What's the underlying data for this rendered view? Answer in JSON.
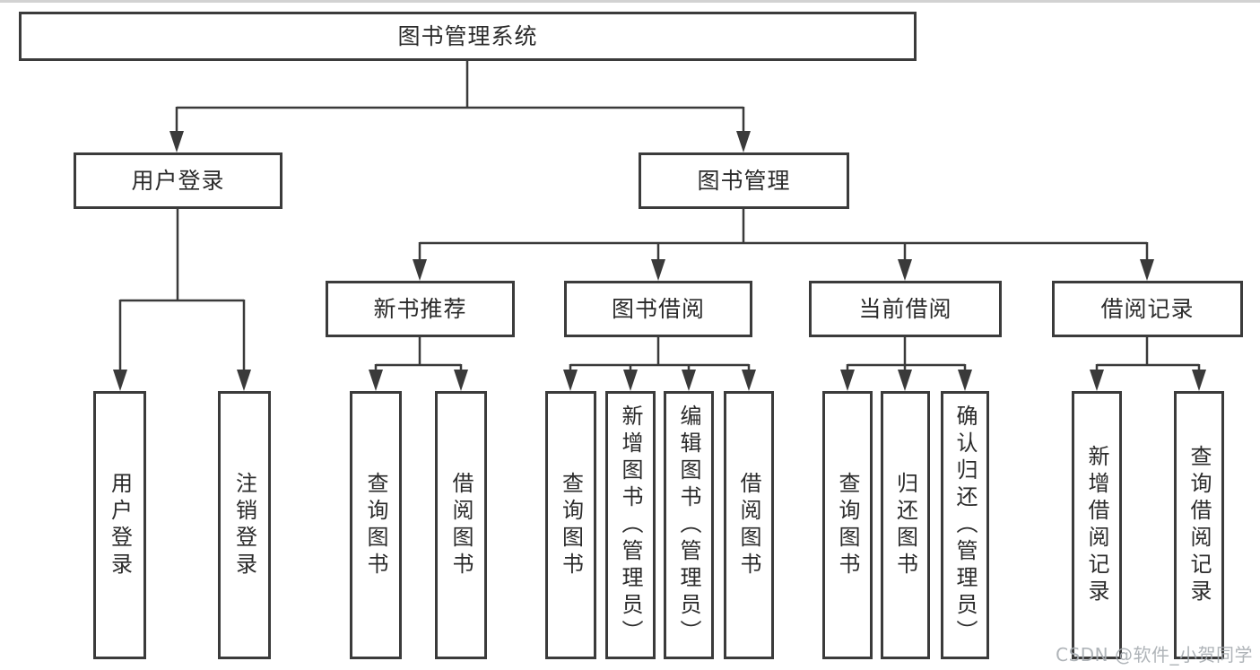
{
  "tree": {
    "root": {
      "label": "图书管理系统"
    },
    "children": [
      {
        "label": "用户登录",
        "children": [
          {
            "label": "用户登录"
          },
          {
            "label": "注销登录"
          }
        ]
      },
      {
        "label": "图书管理",
        "children": [
          {
            "label": "新书推荐",
            "children": [
              {
                "label": "查询图书"
              },
              {
                "label": "借阅图书"
              }
            ]
          },
          {
            "label": "图书借阅",
            "children": [
              {
                "label": "查询图书"
              },
              {
                "label": "新增图书（管理员）"
              },
              {
                "label": "编辑图书（管理员）"
              },
              {
                "label": "借阅图书"
              }
            ]
          },
          {
            "label": "当前借阅",
            "children": [
              {
                "label": "查询图书"
              },
              {
                "label": "归还图书"
              },
              {
                "label": "确认归还（管理员）"
              }
            ]
          },
          {
            "label": "借阅记录",
            "children": [
              {
                "label": "新增借阅记录"
              },
              {
                "label": "查询借阅记录"
              }
            ]
          }
        ]
      }
    ]
  },
  "watermark": {
    "text": "CSDN @软件_小贺同学"
  },
  "colors": {
    "line": "#3a3a3a",
    "border": "#3b3b3b",
    "text": "#2b2b2b",
    "watermark": "#a7acb1",
    "background": "#ffffff"
  }
}
